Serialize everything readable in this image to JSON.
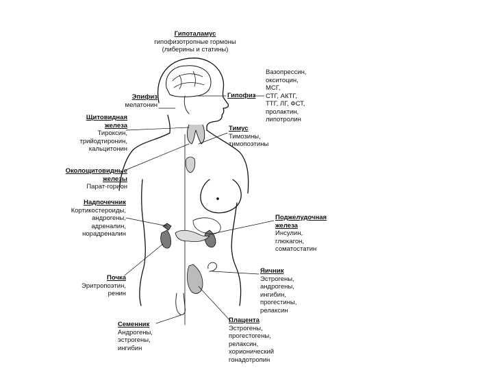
{
  "labels": {
    "hypothalamus": {
      "title": "Гипоталамус",
      "lines": [
        "гипофизотропные гормоны",
        "(либерины и статины)"
      ]
    },
    "epiphysis": {
      "title": "Эпифиз",
      "lines": [
        "мелатонин"
      ]
    },
    "thyroid": {
      "title": "Щитовидная железа",
      "lines": [
        "Тироксин,",
        "трийодтиронин,",
        "кальцитонин"
      ]
    },
    "parathyroid": {
      "title": "Околощитовидные железы",
      "lines": [
        "Парат-горион"
      ]
    },
    "adrenal": {
      "title": "Надпочечник",
      "lines": [
        "Кортикостероиды,",
        "андрогены,",
        "адреналин,",
        "норадреналин"
      ]
    },
    "kidney": {
      "title": "Почка",
      "lines": [
        "Эритропоэтин,",
        "ренин"
      ]
    },
    "testis": {
      "title": "Семенник",
      "lines": [
        "Андрогены,",
        "эстрогены,",
        "ингибин"
      ]
    },
    "pituitary": {
      "title": "Гипофиз",
      "lines": []
    },
    "pituitary_hormones": {
      "lines": [
        "Вазопрессин,",
        "окситоцин,",
        "МСГ,",
        "СТГ, АКТГ,",
        "ТТГ, ЛГ, ФСТ,",
        "пролактин,",
        "липотролин"
      ]
    },
    "thymus": {
      "title": "Тимус",
      "lines": [
        "Тимозины,",
        "тимопоэтины"
      ]
    },
    "pancreas": {
      "title": "Поджелудочная железа",
      "lines": [
        "Инсулин,",
        "глюкагон,",
        "соматостатин"
      ]
    },
    "ovary": {
      "title": "Яичник",
      "lines": [
        "Эстрогены,",
        "андрогены,",
        "ингибин,",
        "прогестины,",
        "релаксин"
      ]
    },
    "placenta": {
      "title": "Плацента",
      "lines": [
        "Эстрогены,",
        "прогестогены,",
        "релаксин,",
        "хорионический",
        "гонадотропин"
      ]
    }
  },
  "colors": {
    "ink": "#111111",
    "organ_fill": "#8a8a8a",
    "organ_dark": "#3a3a3a"
  }
}
